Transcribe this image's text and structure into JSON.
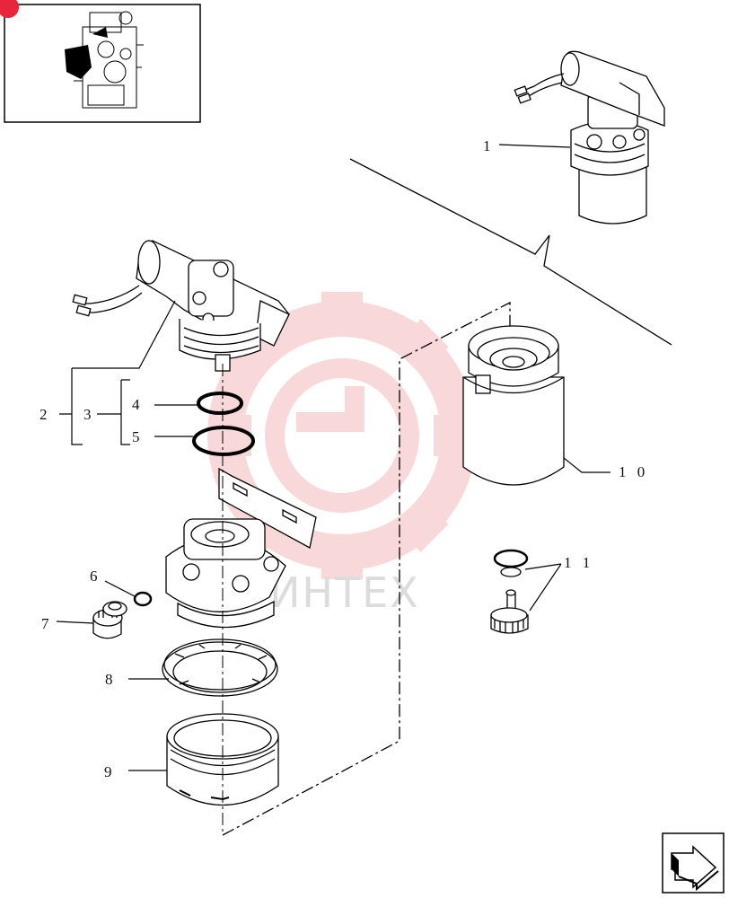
{
  "watermark": {
    "text": "ИНТЕХ",
    "color": "#f6caca"
  },
  "corner_badge": {
    "color": "#e8263b"
  },
  "callouts": {
    "c1": "1",
    "c2": "2",
    "c3": "3",
    "c4": "4",
    "c5": "5",
    "c6": "6",
    "c7": "7",
    "c8": "8",
    "c9": "9",
    "c10": "1 0",
    "c11": "1 1"
  },
  "icons": {
    "thumbnail": "engine-thumbnail-icon",
    "next_page": "next-page-arrow-icon"
  }
}
